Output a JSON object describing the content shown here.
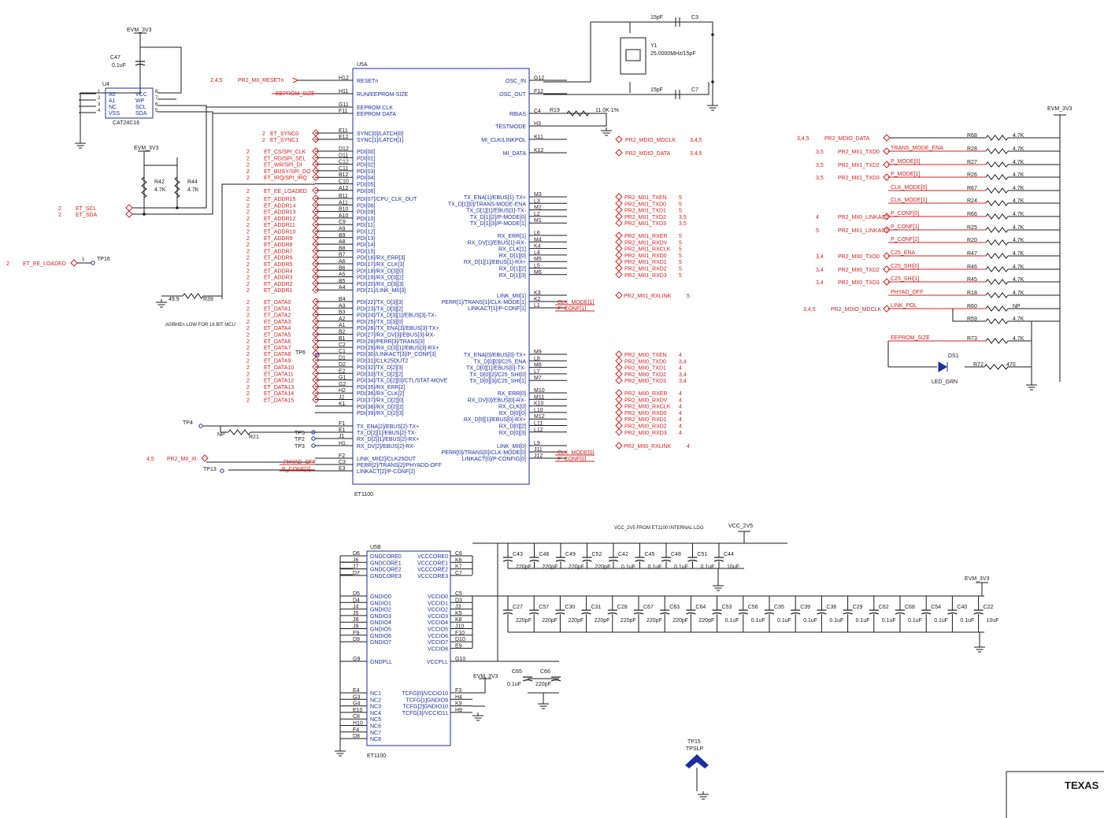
{
  "u5a": {
    "ref": "U5A",
    "part": "ET1100",
    "left_pins": [
      [
        "H12",
        "RESETn"
      ],
      [
        "H11",
        "RUN/EEPROM-SIZE"
      ],
      [
        "G11",
        "EEPROM CLK"
      ],
      [
        "F11",
        "EEPROM DATA"
      ],
      [
        "E11",
        "SYNC[0]/LATCH[0]"
      ],
      [
        "E12",
        "SYNC[1]/LATCH[1]"
      ],
      [
        "D12",
        "PDI[00]"
      ],
      [
        "D11",
        "PDI[01]"
      ],
      [
        "C12",
        "PDI[02]"
      ],
      [
        "C11",
        "PDI[03]"
      ],
      [
        "B12",
        "PDI[04]"
      ],
      [
        "C10",
        "PDI[05]"
      ],
      [
        "A12",
        "PDI[06]"
      ],
      [
        "B11",
        "PDI[07]/CPU_CLK_OUT"
      ],
      [
        "A11",
        "PDI[08]"
      ],
      [
        "B10",
        "PDI[09]"
      ],
      [
        "A10",
        "PDI[10]"
      ],
      [
        "C9",
        "PDI[11]"
      ],
      [
        "A9",
        "PDI[12]"
      ],
      [
        "B9",
        "PDI[13]"
      ],
      [
        "A8",
        "PDI[14]"
      ],
      [
        "B8",
        "PDI[15]"
      ],
      [
        "B7",
        "PDI[16]/RX_ERR[3]"
      ],
      [
        "A6",
        "PDI[17]/RX_CLK[3]"
      ],
      [
        "B6",
        "PDI[18]/RX_D[3][0]"
      ],
      [
        "A5",
        "PDI[19]/RX_D[3][2]"
      ],
      [
        "B5",
        "PDI[20]/RX_D[3][3]"
      ],
      [
        "A4",
        "PDI[21]/LINK_MII[3]"
      ],
      [
        "B4",
        "PDI[22]/TX_D[3][3]"
      ],
      [
        "A3",
        "PDI[23]/TX_D[3][2]"
      ],
      [
        "B3",
        "PDI[24]/TX_D[3][1]/EBUS[3]-TX-"
      ],
      [
        "A2",
        "PDI[25]/TX_D[3][0]"
      ],
      [
        "A1",
        "PDI[26]/TX_ENA[3]/EBUS[3]-TX+"
      ],
      [
        "B2",
        "PDI[27]/RX_DV[3]/EBUS[3]-RX-"
      ],
      [
        "B1",
        "PDI[28]/PERR[3]/TRANS[3]"
      ],
      [
        "C2",
        "PDI[29]/RX_D[3][1]/EBUS[3]-RX+"
      ],
      [
        "C1",
        "PDI[30]/LINKACT[3]/P_CONF[3]"
      ],
      [
        "D1",
        "PDI[31]/CLK25OUT2"
      ],
      [
        "D2",
        "PDI[32]/TX_D[2][3]"
      ],
      [
        "E2",
        "PDI[33]/TX_D[2][2]"
      ],
      [
        "G1",
        "PDI[34]/TX_D[2][0]/CTL/STAT-MOVE"
      ],
      [
        "G2",
        "PDI[35]/RX_ERR[2]"
      ],
      [
        "H2",
        "PDI[36]/RX_CLK[2]"
      ],
      [
        "J2",
        "PDI[37]/RX_D[2][0]"
      ],
      [
        "K1",
        "PDI[38]/RX_D[2][2]"
      ],
      [
        "",
        "PDI[39]/RX_D[2][3]"
      ],
      [
        "F1",
        "TX_ENA[2]/EBUS[2]-TX+"
      ],
      [
        "E1",
        "TX_D[2][1]/EBUS[2]-TX-"
      ],
      [
        "J1",
        "RX_D[2][1]/EBUS[2]-RX+"
      ],
      [
        "H1",
        "RX_DV[2]/EBUS[2]-RX-"
      ],
      [
        "F2",
        "LINK_MII[2]/CLK25OUT"
      ],
      [
        "C3",
        "PERR[2]/TRANS[2]/PHYADD-OFF"
      ],
      [
        "E3",
        "LINKACT[2]/P-CONF[2]"
      ]
    ],
    "right_pins": [
      [
        "G12",
        "OSC_IN"
      ],
      [
        "F12",
        "OSC_OUT"
      ],
      [
        "C4",
        "RBIAS"
      ],
      [
        "H3",
        "TESTMODE"
      ],
      [
        "K11",
        "MI_CLK/LINKPOL"
      ],
      [
        "K12",
        "MI_DATA"
      ],
      [
        "M3",
        "TX_ENA[1]/EBUS[1]-TX+"
      ],
      [
        "L3",
        "TX_D[1][0]/TRANS-MODE-ENA"
      ],
      [
        "M2",
        "TX_D[1][1]/EBUS[1]-TX-"
      ],
      [
        "L2",
        "TX_D[1][2]/P-MODE[0]"
      ],
      [
        "M1",
        "TX_D[1][3]/P-MODE[1]"
      ],
      [
        "L6",
        "RX_ERR[1]"
      ],
      [
        "M4",
        "RX_DV[1]/EBUS[1]-RX-"
      ],
      [
        "K4",
        "RX_CLK[1]"
      ],
      [
        "L4",
        "RX_D[1][0]"
      ],
      [
        "M5",
        "RX_D[1][1]/EBUS[1]-RX+"
      ],
      [
        "L5",
        "RX_D[1][2]"
      ],
      [
        "M6",
        "RX_D[1][3]"
      ],
      [
        "K3",
        "LINK_MII[1]"
      ],
      [
        "K2",
        "PERR[1]/TRANS[1]/CLK-MODE[1]"
      ],
      [
        "L1",
        "LINKACT[1]/P-CONF[1]"
      ],
      [
        "M9",
        "TX_ENA[0]/EBUS[0]-TX+"
      ],
      [
        "L8",
        "TX_D[0][0]/C25_ENA"
      ],
      [
        "M8",
        "TX_D[0][1]/EBUS[0]-TX-"
      ],
      [
        "L7",
        "TX_D[0][2]/C25_SHI[0]"
      ],
      [
        "M7",
        "TX_D[0][3]/C25_SHI[1]"
      ],
      [
        "M10",
        "RX_ERR[0]"
      ],
      [
        "M11",
        "RX_DV[0]/EBUS[0]-RX-"
      ],
      [
        "K10",
        "RX_CLK[0]"
      ],
      [
        "L10",
        "RX_D[0][0]"
      ],
      [
        "M12",
        "RX_D[0][1]/EBUS[0]-RX+"
      ],
      [
        "L11",
        "RX_D[0][2]"
      ],
      [
        "L12",
        "RX_D[0][3]"
      ],
      [
        "L9",
        "LINK_MII[0]"
      ],
      [
        "J11",
        "PERR[0]/TRANS[0]/CLK-MODE[0]"
      ],
      [
        "J12",
        "LINKACT[0]/P-CONFIG[0]"
      ]
    ]
  },
  "u5a_left_nets": {
    "reset": [
      "2,4,5",
      "PR2_MII_RESETn"
    ],
    "eeprom_size": "EEPROM_SIZE",
    "sync": [
      [
        "2",
        "ET_SYNC0"
      ],
      [
        "2",
        "ET_SYNC1"
      ]
    ],
    "pdi": [
      [
        "2",
        "ET_CS/SPI_CLK"
      ],
      [
        "2",
        "ET_RD/SPI_SEL"
      ],
      [
        "2",
        "ET_WR/SPI_DI"
      ],
      [
        "2",
        "ET_BUSY/SPI_DO"
      ],
      [
        "2",
        "ET_IRQ/SPI_IRQ"
      ],
      [
        "",
        ""
      ],
      [
        "2",
        "ET_EE_LOADED"
      ],
      [
        "2",
        "ET_ADDR15"
      ],
      [
        "2",
        "ET_ADDR14"
      ],
      [
        "2",
        "ET_ADDR13"
      ],
      [
        "2",
        "ET_ADDR12"
      ],
      [
        "2",
        "ET_ADDR11"
      ],
      [
        "2",
        "ET_ADDR10"
      ],
      [
        "2",
        "ET_ADDR9"
      ],
      [
        "2",
        "ET_ADDR8"
      ],
      [
        "2",
        "ET_ADDR7"
      ],
      [
        "2",
        "ET_ADDR6"
      ],
      [
        "2",
        "ET_ADDR5"
      ],
      [
        "2",
        "ET_ADDR4"
      ],
      [
        "2",
        "ET_ADDR3"
      ],
      [
        "2",
        "ET_ADDR2"
      ],
      [
        "2",
        "ET_ADDR1"
      ],
      [
        "2",
        "ET_DATA0"
      ],
      [
        "2",
        "ET_DATA1"
      ],
      [
        "2",
        "ET_DATA2"
      ],
      [
        "2",
        "ET_DATA3"
      ],
      [
        "2",
        "ET_DATA4"
      ],
      [
        "2",
        "ET_DATA5"
      ],
      [
        "2",
        "ET_DATA6"
      ],
      [
        "2",
        "ET_DATA7"
      ],
      [
        "2",
        "ET_DATA8"
      ],
      [
        "2",
        "ET_DATA9"
      ],
      [
        "2",
        "ET_DATA10"
      ],
      [
        "2",
        "ET_DATA11"
      ],
      [
        "2",
        "ET_DATA12"
      ],
      [
        "2",
        "ET_DATA13"
      ],
      [
        "2",
        "ET_DATA14"
      ],
      [
        "2",
        "ET_DATA15"
      ]
    ],
    "r39": [
      "49.9",
      "R39"
    ],
    "note": "A0/BHEn LOW FOR 16 BIT MCU",
    "tp6": "TP6",
    "tp4": "TP4",
    "r21": [
      "NP",
      "R21"
    ],
    "tp5": "TP5",
    "tp2": "TP2",
    "tp3": "TP3",
    "xi": [
      "4,5",
      "PR2_MII_XI"
    ],
    "tp13": "TP13",
    "phyad_off": "PHYAD_OFF",
    "p_conf2": "P_CONF[2]"
  },
  "u5a_right_nets": {
    "c3": [
      "15pF",
      "C3"
    ],
    "c7": [
      "15pF",
      "C7"
    ],
    "y1": [
      "Y1",
      "25.0000MHz/15pF"
    ],
    "r19": [
      "R19",
      "11.0K 1%"
    ],
    "mdc": [
      "PR2_MDIO_MDCLK",
      "3,4,5"
    ],
    "mdio": [
      "PR2_MDIO_DATA",
      "3,4,5"
    ],
    "mii1": [
      [
        "PR2_MII1_TXEN",
        "5"
      ],
      [
        "PR2_MII1_TXD0",
        "5"
      ],
      [
        "PR2_MII1_TXD1",
        "5"
      ],
      [
        "PR2_MII1_TXD2",
        "3,5"
      ],
      [
        "PR2_MII1_TXD3",
        "3,5"
      ],
      [
        "PR2_MII1_RXER",
        "5"
      ],
      [
        "PR2_MII1_RXDV",
        "5"
      ],
      [
        "PR2_MII1_RXCLK",
        "5"
      ],
      [
        "PR2_MII1_RXD0",
        "5"
      ],
      [
        "PR2_MII1_RXD1",
        "5"
      ],
      [
        "PR2_MII1_RXD2",
        "5"
      ],
      [
        "PR2_MII1_RXD3",
        "5"
      ]
    ],
    "mii1_link": [
      "PR2_MII1_RXLINK",
      "5"
    ],
    "clk_mode1": "CLK_MODE[1]",
    "p_conf1": "P_CONF[1]",
    "mii0": [
      [
        "PR2_MII0_TXEN",
        "4"
      ],
      [
        "PR2_MII0_TXD0",
        "3,4"
      ],
      [
        "PR2_MII0_TXD1",
        "4"
      ],
      [
        "PR2_MII0_TXD2",
        "3,4"
      ],
      [
        "PR2_MII0_TXD3",
        "3,4"
      ],
      [
        "PR2_MII0_RXER",
        "4"
      ],
      [
        "PR2_MII0_RXDV",
        "4"
      ],
      [
        "PR2_MII0_RXCLK",
        "4"
      ],
      [
        "PR2_MII0_RXD0",
        "4"
      ],
      [
        "PR2_MII0_RXD1",
        "4"
      ],
      [
        "PR2_MII0_RXD2",
        "4"
      ],
      [
        "PR2_MII0_RXD3",
        "4"
      ]
    ],
    "mii0_link": [
      "PR2_MII0_RXLINK",
      "4"
    ],
    "clk_mode0": "CLK_MODE[0]",
    "p_conf0": "P_CONF[0]"
  },
  "eeprom": {
    "rail": "EVM_3V3",
    "c47": [
      "C47",
      "0.1uF"
    ],
    "ref": "U4",
    "part": "CAT24C16",
    "left": [
      [
        "1",
        "A0"
      ],
      [
        "2",
        "A1"
      ],
      [
        "3",
        "NC"
      ],
      [
        "4",
        "VSS"
      ]
    ],
    "right": [
      [
        "8",
        "VCC"
      ],
      [
        "7",
        "WP"
      ],
      [
        "6",
        "SCL"
      ],
      [
        "5",
        "SDA"
      ]
    ],
    "rail2": "EVM_3V3",
    "r42": [
      "R42",
      "4.7K"
    ],
    "r44": [
      "R44",
      "4.7K"
    ],
    "scl": [
      "2",
      "ET_SCL"
    ],
    "sda": [
      "2",
      "ET_SDA"
    ],
    "ee_loaded": [
      "2",
      "ET_EE_LOADED",
      "1",
      "TP16"
    ]
  },
  "straps": {
    "rail": "EVM_3V3",
    "rows": [
      [
        "3,4,5",
        "PR2_MDIO_DATA",
        "R68",
        "4.7K"
      ],
      [
        "3,5",
        "PR2_MII1_TXD0",
        "TRANS_MODE_ENA",
        "R28",
        "4.7K"
      ],
      [
        "3,5",
        "PR2_MII1_TXD2",
        "P_MODE[0]",
        "R27",
        "4.7K"
      ],
      [
        "3,5",
        "PR2_MII1_TXD3",
        "P_MODE[1]",
        "R26",
        "4.7K"
      ],
      [
        "",
        "",
        "CLK_MODE[0]",
        "R67",
        "4.7K"
      ],
      [
        "",
        "",
        "CLK_MODE[1]",
        "R24",
        "4.7K"
      ],
      [
        "4",
        "PR2_MII0_LINKACT",
        "P_CONF[0]",
        "R66",
        "4.7K"
      ],
      [
        "5",
        "PR2_MII1_LINKACT",
        "P_CONF[1]",
        "R25",
        "4.7K"
      ],
      [
        "",
        "",
        "P_CONF[2]",
        "R20",
        "4.7K"
      ],
      [
        "3,4",
        "PR2_MII0_TXD0",
        "C25_ENA",
        "R47",
        "4.7K"
      ],
      [
        "3,4",
        "PR2_MII0_TXD2",
        "C25_SHI[0]",
        "R46",
        "4.7K"
      ],
      [
        "3,4",
        "PR2_MII0_TXD3",
        "C25_SHI[1]",
        "R45",
        "4.7K"
      ],
      [
        "",
        "",
        "PHYAD_OFF",
        "R18",
        "4.7K"
      ],
      [
        "3,4,5",
        "PR2_MDIO_MDCLK",
        "LINK_POL",
        "R60",
        "NP"
      ],
      [
        "",
        "",
        "",
        "R59",
        "4.7K"
      ],
      [
        "",
        "",
        "EEPROM_SIZE",
        "R73",
        "4.7K"
      ]
    ],
    "ds1": [
      "DS1",
      "LED_GRN",
      "R72",
      "470"
    ]
  },
  "u5b": {
    "ref": "U5B",
    "part": "ET1100",
    "left_pins": [
      [
        "D6",
        "GNDCORE0"
      ],
      [
        "J6",
        "GNDCORE1"
      ],
      [
        "J7",
        "GNDCORE2"
      ],
      [
        "D7",
        "GNDCORE3"
      ],
      [
        "D5",
        "GNDIO0"
      ],
      [
        "D4",
        "GNDIO1"
      ],
      [
        "J4",
        "GNDIO2"
      ],
      [
        "J5",
        "GNDIO3"
      ],
      [
        "J8",
        "GNDIO4"
      ],
      [
        "J9",
        "GNDIO5"
      ],
      [
        "F9",
        "GNDIO6"
      ],
      [
        "D9",
        "GNDIO7"
      ],
      [
        "G9",
        "GNDPLL"
      ],
      [
        "E4",
        "NC1"
      ],
      [
        "G3",
        "NC2"
      ],
      [
        "G4",
        "NC3"
      ],
      [
        "E10",
        "NC4"
      ],
      [
        "C8",
        "NC5"
      ],
      [
        "H10",
        "NC6"
      ],
      [
        "F4",
        "NC7"
      ],
      [
        "D8",
        "NC8"
      ]
    ],
    "right_pins": [
      [
        "C6",
        "VCCCORE0"
      ],
      [
        "K6",
        "VCCCORE1"
      ],
      [
        "K7",
        "VCCCORE2"
      ],
      [
        "C7",
        "VCCCORE3"
      ],
      [
        "C5",
        "VCCIO0"
      ],
      [
        "D3",
        "VCCIO1"
      ],
      [
        "J3",
        "VCCIO2"
      ],
      [
        "K5",
        "VCCIO3"
      ],
      [
        "K8",
        "VCCIO4"
      ],
      [
        "J10",
        "VCCIO5"
      ],
      [
        "F10",
        "VCCIO6"
      ],
      [
        "D10",
        "VCCIO7"
      ],
      [
        "E9",
        "VCCIO8"
      ],
      [
        "G10",
        "VCCPLL"
      ],
      [
        "F3",
        "TCFG[0]/VCCIO10"
      ],
      [
        "H4",
        "TCFG[1]GNDIO9"
      ],
      [
        "K9",
        "TCFG[2]GNDIO10"
      ],
      [
        "H9",
        "TCFG[3]/VCCIO11"
      ]
    ]
  },
  "power": {
    "ldo_note": "VCC_2V5 FROM ET1100 INTERNAL LDO",
    "vcc25": "VCC_2V5",
    "evm": "EVM_3V3",
    "evm2": "EVM_3V3",
    "core_caps": [
      [
        "C43",
        "220pF"
      ],
      [
        "C46",
        "220pF"
      ],
      [
        "C49",
        "220pF"
      ],
      [
        "C52",
        "220pF"
      ],
      [
        "C42",
        "0.1uF"
      ],
      [
        "C45",
        "0.1uF"
      ],
      [
        "C48",
        "0.1uF"
      ],
      [
        "C51",
        "0.1uF"
      ],
      [
        "C44",
        "10uF"
      ]
    ],
    "io_caps": [
      [
        "C27",
        "220pF"
      ],
      [
        "C57",
        "220pF"
      ],
      [
        "C30",
        "220pF"
      ],
      [
        "C31",
        "220pF"
      ],
      [
        "C28",
        "220pF"
      ],
      [
        "C67",
        "220pF"
      ],
      [
        "C63",
        "220pF"
      ],
      [
        "C64",
        "220pF"
      ],
      [
        "C53",
        "0.1uF"
      ],
      [
        "C56",
        "0.1uF"
      ],
      [
        "C35",
        "0.1uF"
      ],
      [
        "C39",
        "0.1uF"
      ],
      [
        "C36",
        "0.1uF"
      ],
      [
        "C29",
        "0.1uF"
      ],
      [
        "C62",
        "0.1uF"
      ],
      [
        "C68",
        "0.1uF"
      ],
      [
        "C54",
        "0.1uF"
      ],
      [
        "C40",
        "0.1uF"
      ],
      [
        "C22",
        "10uF"
      ]
    ],
    "pll_caps": [
      [
        "C65",
        "0.1uF"
      ],
      [
        "C66",
        "220pF"
      ]
    ]
  },
  "tp15": [
    "TP15",
    "TPSLP"
  ],
  "title_block": "TEXAS"
}
